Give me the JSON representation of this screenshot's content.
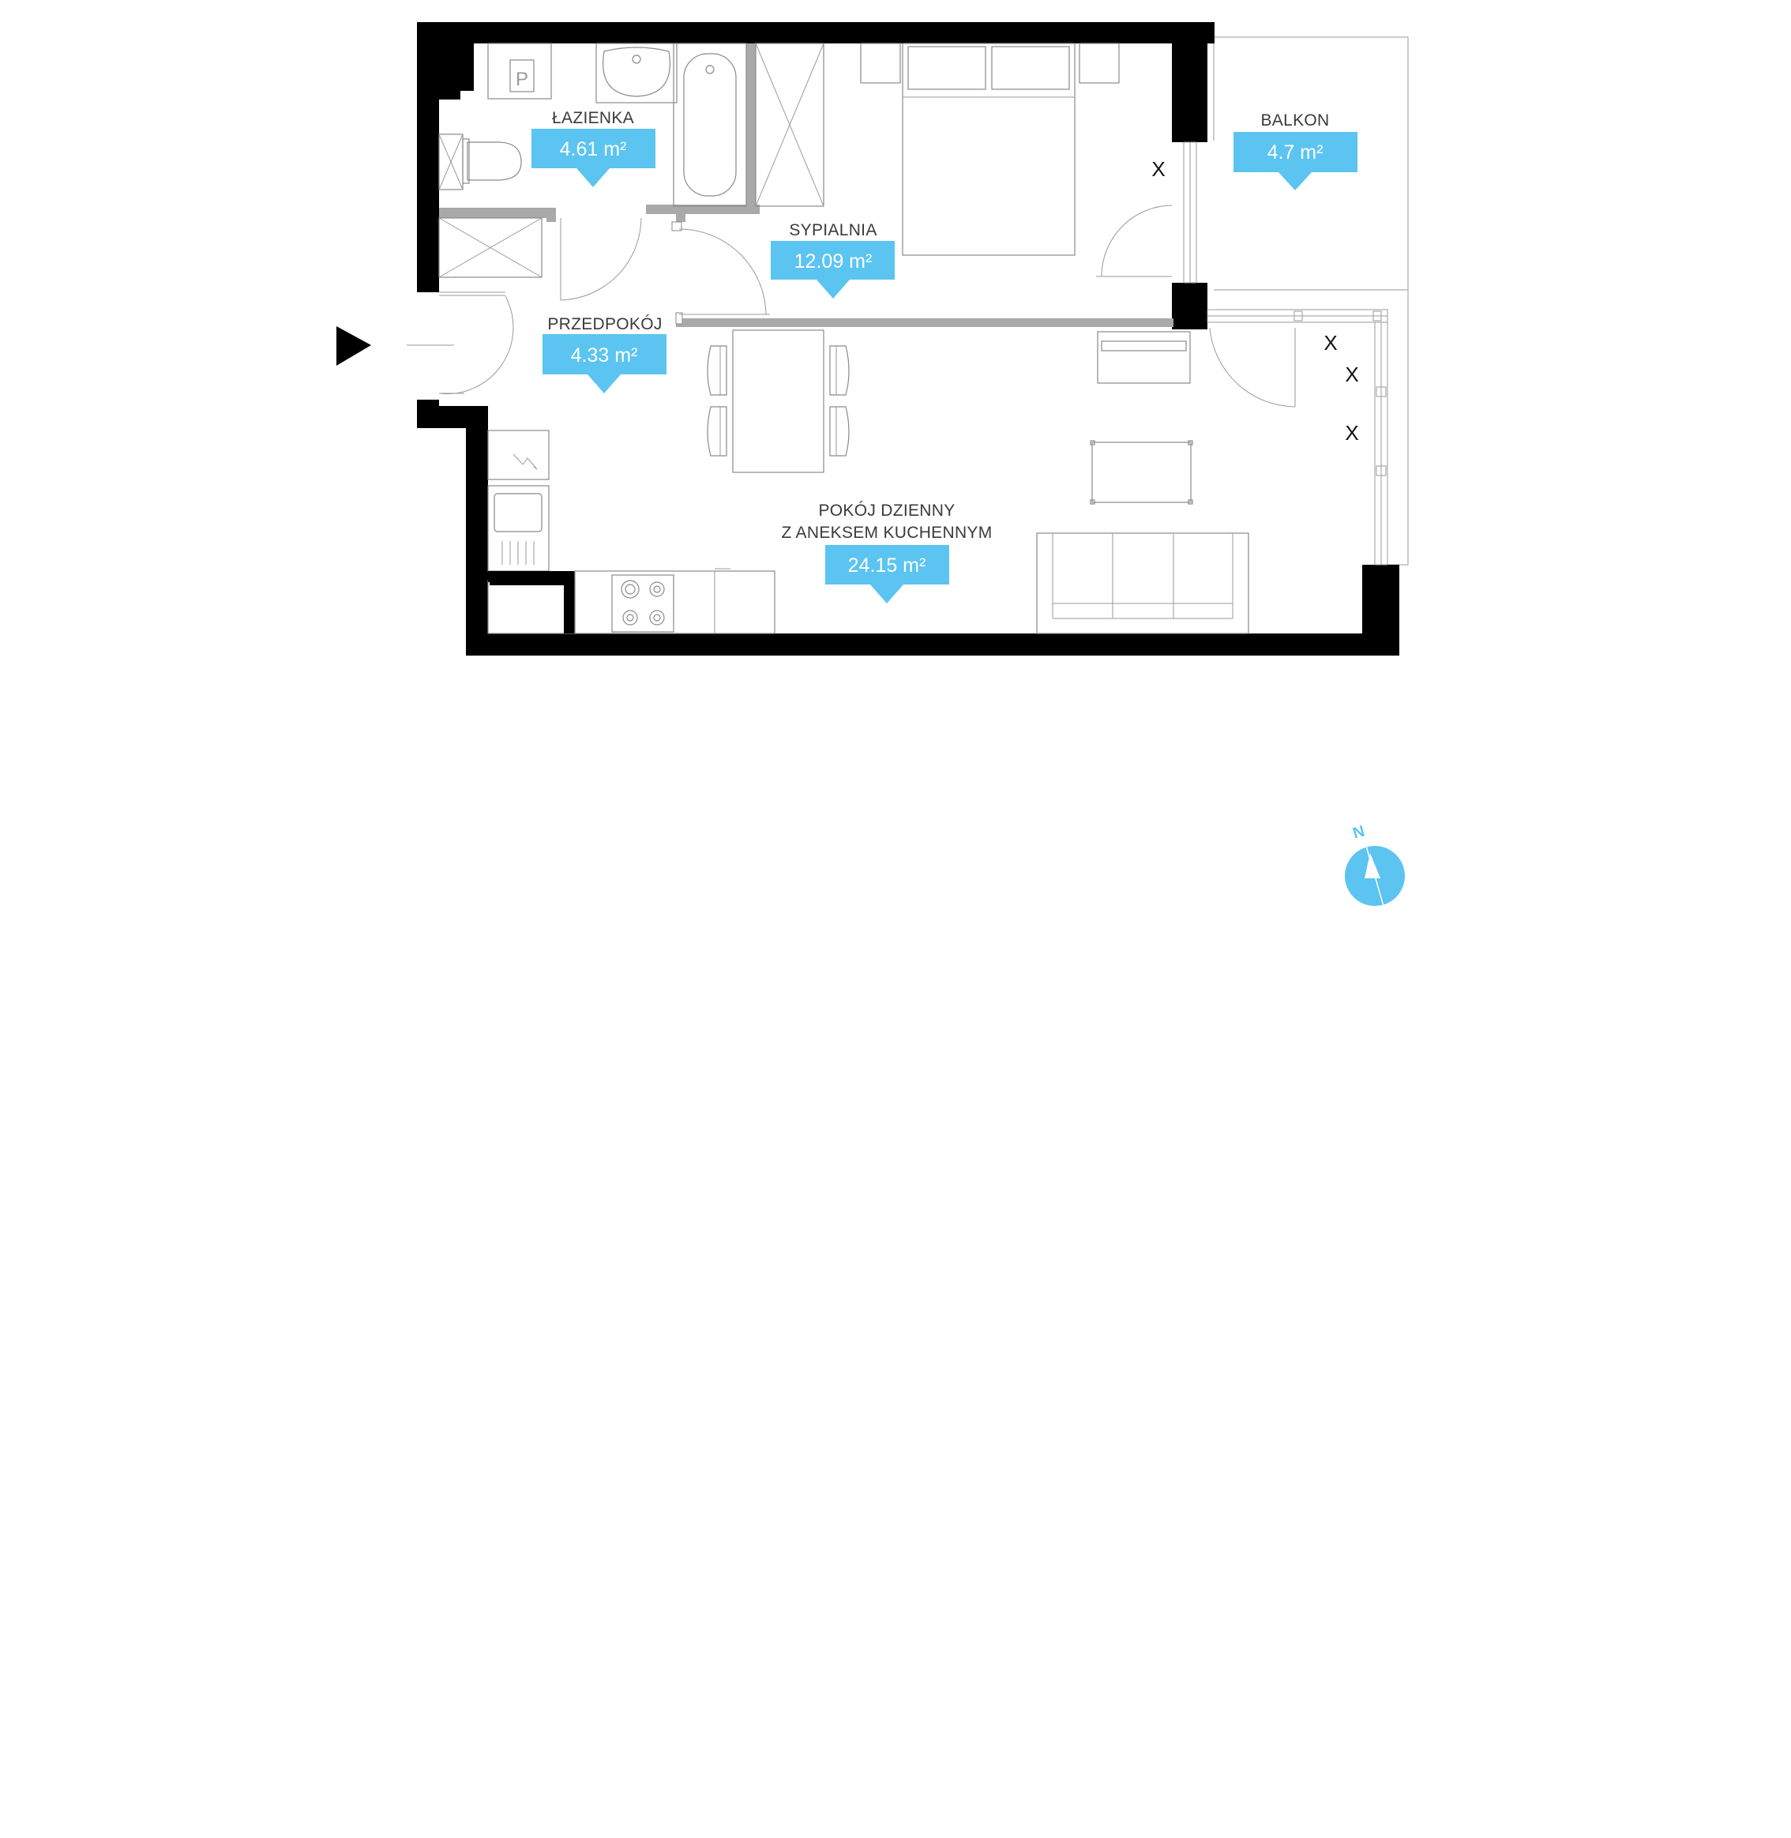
{
  "rooms": [
    {
      "name": "ŁAZIENKA",
      "area": "4.61 m²"
    },
    {
      "name": "SYPIALNIA",
      "area": "12.09 m²"
    },
    {
      "name": "PRZEDPOKÓJ",
      "area": "4.33 m²"
    },
    {
      "name": "BALKON",
      "area": "4.7 m²"
    },
    {
      "name_line1": "POKÓJ DZIENNY",
      "name_line2": "Z ANEKSEM KUCHENNYM",
      "area": "24.15 m²"
    }
  ],
  "fixtures": {
    "washer_symbol": "P"
  },
  "window_marks": [
    "X",
    "X",
    "X",
    "X"
  ],
  "compass": {
    "label": "N"
  },
  "colors": {
    "accent": "#5bc4f1",
    "wall": "#000000",
    "partition": "#a9a9a9",
    "furniture": "#8a8a8a"
  },
  "icons": [
    "entrance-arrow-icon",
    "compass-icon",
    "bathtub-icon",
    "toilet-icon",
    "sink-icon",
    "stove-icon",
    "bed-icon",
    "sofa-icon",
    "table-icon",
    "chair-icon"
  ]
}
